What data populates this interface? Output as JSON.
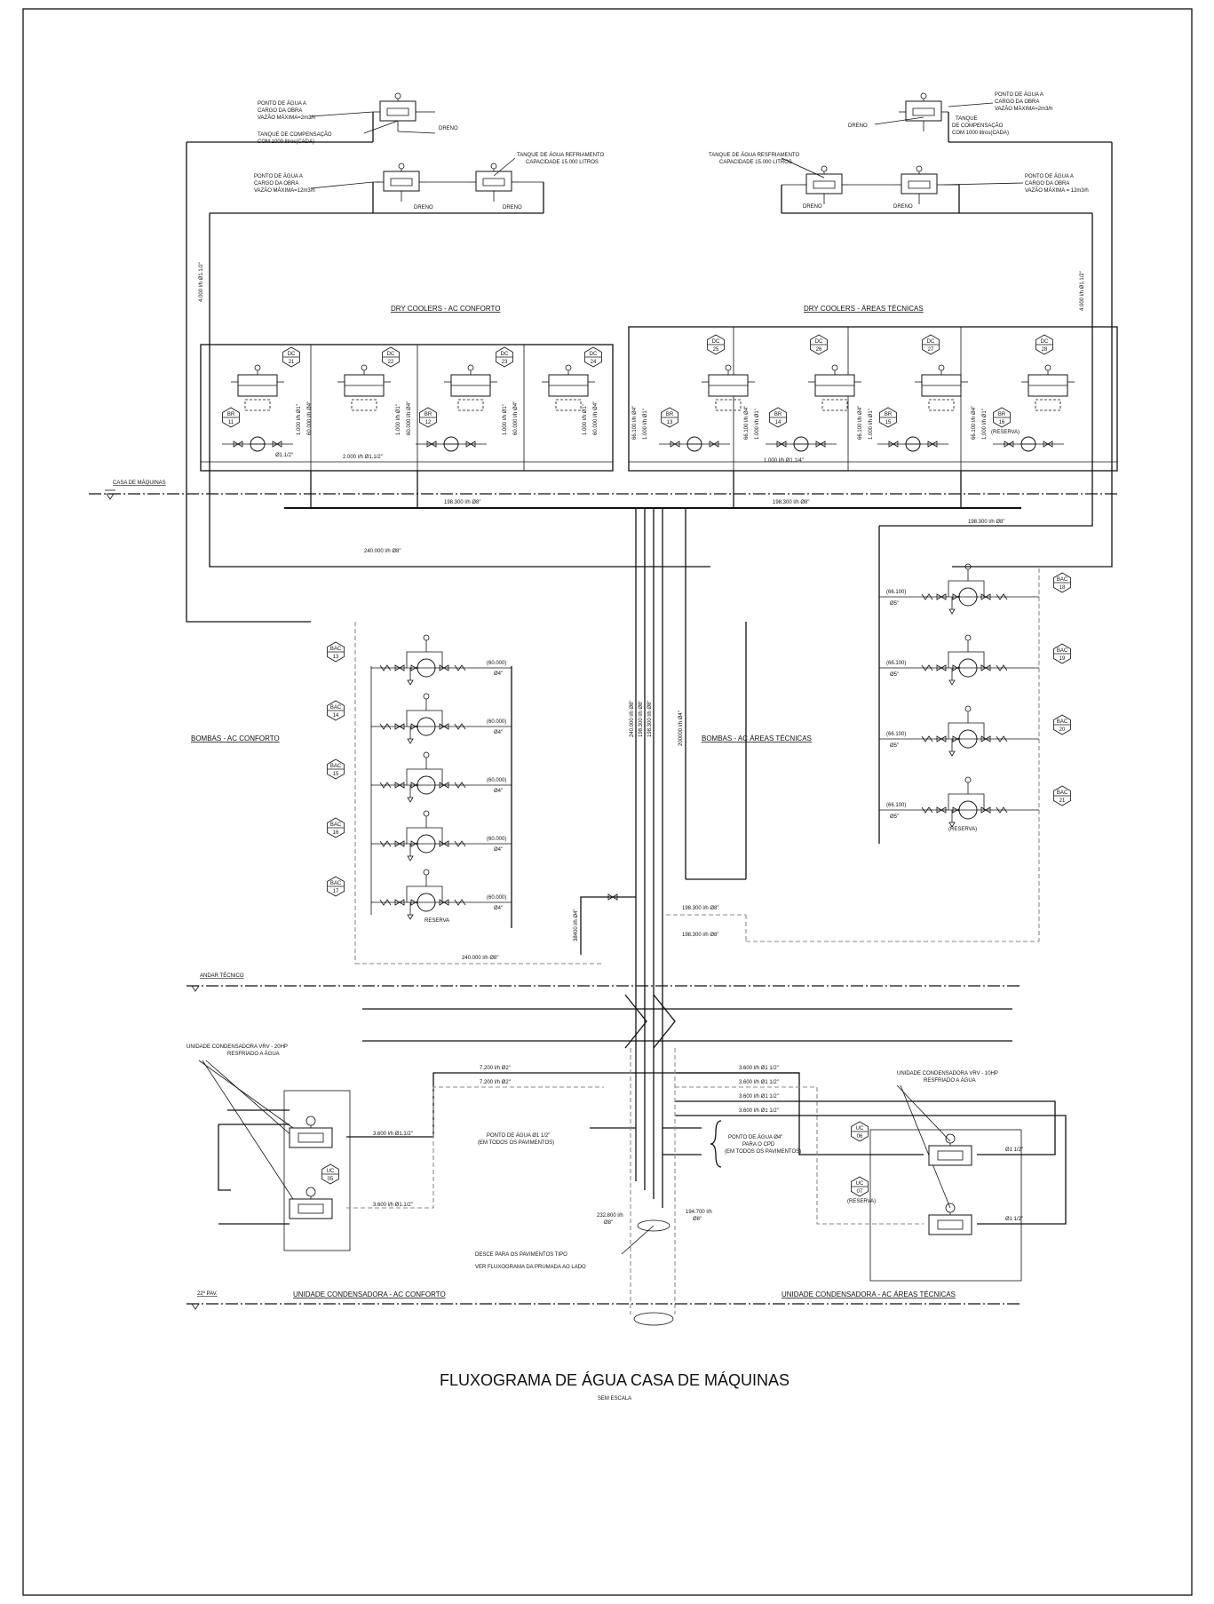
{
  "title": "FLUXOGRAMA DE ÁGUA CASA DE MÁQUINAS",
  "subtitle": "SEM ESCALA",
  "sections": {
    "dry_coolers_conforto": "DRY COOLERS - AC CONFORTO",
    "dry_coolers_tecnicas": "DRY COOLERS - ÁREAS TÉCNICAS",
    "bombas_conforto": "BOMBAS - AC CONFORTO",
    "bombas_tecnicas": "BOMBAS - AC ÁREAS TÉCNICAS",
    "uc_conforto": "UNIDADE CONDENSADORA - AC CONFORTO",
    "uc_tecnicas": "UNIDADE CONDENSADORA - AC ÁREAS TÉCNICAS"
  },
  "levels": {
    "casa_maquinas": "CASA DE MÁQUINAS",
    "andar_tecnico": "ANDAR TÉCNICO",
    "pav22": "22º PAV."
  },
  "tanks": {
    "ponto_agua_left": [
      "PONTO DE ÁGUA A",
      "CARGO DA OBRA",
      "VAZÃO MÁXIMA=2m3/h"
    ],
    "tanque_comp_left": [
      "TANQUE DE COMPENSAÇÃO",
      "COM 1000 litros(CADA)"
    ],
    "dreno": "DRENO",
    "ponto_agua_left2": [
      "PONTO DE ÁGUA A",
      "CARGO DA OBRA",
      "VAZÃO MÁXIMA=12m3/h"
    ],
    "tanque_refr_left": [
      "TANQUE DE ÁGUA REFRIAMENTO",
      "CAPACIDADE 15.000 LITROS"
    ],
    "ponto_agua_right": [
      "PONTO DE ÁGUA A",
      "CARGO DA OBRA",
      "VAZÃO MÁXIMA=2m3/h"
    ],
    "tanque_comp_right": [
      "TANQUE",
      "DE COMPENSAÇÃO",
      "COM 1000 litros(CADA)"
    ],
    "tanque_refr_right": [
      "TANQUE DE ÁGUA RESFRIAMENTO",
      "CAPACIDADE 15.000 LITROS"
    ],
    "ponto_agua_right2": [
      "PONTO DE ÁGUA A",
      "CARGO DA OBRA",
      "VAZÃO MÁXIMA = 12m3/h"
    ]
  },
  "dry_coolers": [
    {
      "tag": "DC",
      "num": "21"
    },
    {
      "tag": "DC",
      "num": "22"
    },
    {
      "tag": "DC",
      "num": "23"
    },
    {
      "tag": "DC",
      "num": "24"
    },
    {
      "tag": "DC",
      "num": "25"
    },
    {
      "tag": "DC",
      "num": "26"
    },
    {
      "tag": "DC",
      "num": "27"
    },
    {
      "tag": "DC",
      "num": "28"
    }
  ],
  "booster_pumps": [
    {
      "tag": "BR",
      "num": "11"
    },
    {
      "tag": "BR",
      "num": "12"
    },
    {
      "tag": "BR",
      "num": "13"
    },
    {
      "tag": "BR",
      "num": "14"
    },
    {
      "tag": "BR",
      "num": "15"
    },
    {
      "tag": "BR",
      "num": "16"
    }
  ],
  "bac_conforto": [
    {
      "tag": "BAC",
      "num": "13",
      "flow": "(60.000)",
      "dia": "Ø4\""
    },
    {
      "tag": "BAC",
      "num": "14",
      "flow": "(60.000)",
      "dia": "Ø4\""
    },
    {
      "tag": "BAC",
      "num": "15",
      "flow": "(60.000)",
      "dia": "Ø4\""
    },
    {
      "tag": "BAC",
      "num": "16",
      "flow": "(60.000)",
      "dia": "Ø4\""
    },
    {
      "tag": "BAC",
      "num": "17",
      "flow": "(60.000)",
      "dia": "Ø4\""
    }
  ],
  "bac_tecnicas": [
    {
      "tag": "BAC",
      "num": "18",
      "flow": "(66.100)",
      "dia": "Ø5\""
    },
    {
      "tag": "BAC",
      "num": "19",
      "flow": "(66.100)",
      "dia": "Ø5\""
    },
    {
      "tag": "BAC",
      "num": "20",
      "flow": "(66.100)",
      "dia": "Ø5\""
    },
    {
      "tag": "BAC",
      "num": "21",
      "flow": "(66.100)",
      "dia": "Ø5\""
    }
  ],
  "reserva": "RESERVA",
  "reserva_p": "(RESERVA)",
  "flows": {
    "riser_left": "4.000 l/h Ø1.1/2\"",
    "riser_right": "4.000 l/h Ø1.1/2\"",
    "dc_conf_a": "1.000 l/h Ø1\"",
    "dc_conf_b": "60.000 l/h Ø4\"",
    "dc_tec_a": "66.100 l/h Ø4\"",
    "dc_tec_b": "1.000 l/h Ø1\"",
    "dc_11_2": "Ø1.1/2\"",
    "dc_2000": "2.000 l/h Ø1.1/2\"",
    "dc_1000_14": "1.000 l/h Ø1.1/4\"",
    "h198_a": "198.300 l/h Ø8\"",
    "h198_b": "198.300 l/h Ø8\"",
    "h198_c": "198.300 l/h Ø8\"",
    "h240_a": "240.000 l/h Ø8\"",
    "h240_b": "240.000 l/h Ø8\"",
    "v_riser": [
      "240.000 l/h Ø8\"",
      "198.300 l/h Ø8\"",
      "198.300 l/h Ø8\""
    ],
    "v_200": "200000 l/h Ø4\"",
    "v_38400": "38400 l/h Ø4\"",
    "h198_d": "198.300 l/h Ø8\"",
    "h198_e": "198.300 l/h Ø8\"",
    "uc_7200_a": "7.200 l/h Ø2\"",
    "uc_7200_b": "7.200 l/h Ø2\"",
    "uc_3600": "3.600 l/h Ø1.1/2\"",
    "uc_3600_r": "3.600 l/h Ø1 1/2\"",
    "uc_11_2": "Ø1 1/2\"",
    "v_232": [
      "232.800 l/h",
      "Ø8\""
    ],
    "v_194": [
      "194.700 l/h",
      "Ø8\""
    ]
  },
  "uc": {
    "left_title": [
      "UNIDADE CONDENSADORA VRV - 20HP",
      "RESFRIADO A ÁGUA"
    ],
    "right_title": [
      "UNIDADE CONDENSADORA VRV - 10HP",
      "RESFRIADO A ÁGUA"
    ],
    "tags": [
      {
        "tag": "UC",
        "num": "05"
      },
      {
        "tag": "UC",
        "num": "06"
      },
      {
        "tag": "UC",
        "num": "07"
      }
    ],
    "ponto_left": [
      "PONTO DE ÁGUA Ø1 1/2\"",
      "(EM TODOS OS PAVIMENTOS)"
    ],
    "ponto_right": [
      "PONTO DE ÁGUA Ø4\"",
      "PARA O CPD",
      "(EM TODOS OS PAVIMENTOS)"
    ],
    "desce": [
      "DESCE PARA OS PAVIMENTOS TIPO",
      "VER FLUXOGRAMA DA PRUMADA AO LADO"
    ]
  }
}
